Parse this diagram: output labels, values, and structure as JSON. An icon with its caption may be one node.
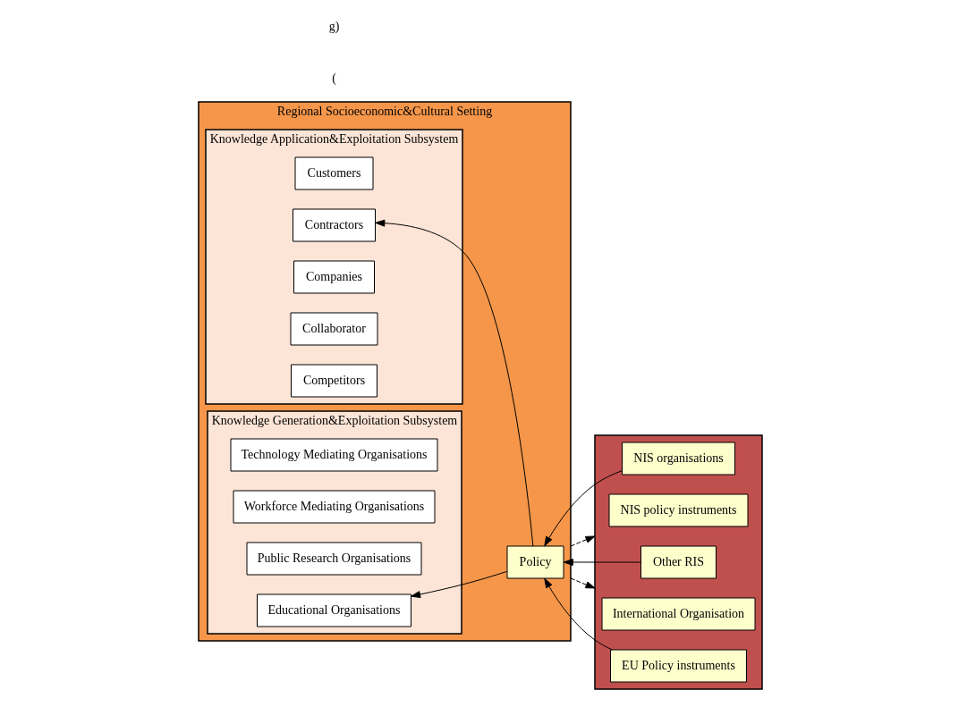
{
  "diagram": {
    "nodes": [
      {
        "text": [
          "Regional Socioeconomic&Cultural Setting"
        ]
      },
      {
        "text": [
          "Knowledge Application&Exploitation Subsystem"
        ],
        "in": 0
      },
      {
        "text": [
          "Customers"
        ],
        "in": 1
      },
      {
        "text": [
          "Contractors"
        ],
        "in": 1
      },
      {
        "text": [
          "Companies"
        ],
        "in": 1
      },
      {
        "text": [
          "Collaborator"
        ],
        "in": 1
      },
      {
        "text": [
          "Competitors"
        ],
        "in": 1
      },
      {
        "text": [
          "Knowledge Generation&Exploitation Subsystem"
        ],
        "in": 0
      },
      {
        "text": [
          "Technology Mediating Organisations"
        ],
        "in": 7
      },
      {
        "text": [
          "Workforce Mediating Organisations"
        ],
        "in": 7
      },
      {
        "text": [
          "Public Research Organisations"
        ],
        "in": 7
      },
      {
        "text": [
          "Educational Organisations"
        ],
        "in": 7
      },
      {
        "text": [
          "Policy"
        ],
        "in": 0
      },
      {
        "text": [],
        "shape": "box"
      },
      {
        "text": [
          "NIS organisations"
        ],
        "in": 13
      },
      {
        "text": [
          "NIS policy instruments"
        ],
        "in": 13
      },
      {
        "text": [
          "Other RIS"
        ],
        "in": 13
      },
      {
        "text": [
          "International Organisation"
        ],
        "in": 13
      },
      {
        "text": [
          "EU Policy instruments"
        ],
        "in": 13
      }
    ],
    "edges": [
      {
        "from": 13,
        "to": 0,
        "arrow": "to"
      },
      {
        "from": 0,
        "to": 13,
        "arrow": "to",
        "style": "dashed"
      },
      {
        "from": 13,
        "to": 0,
        "arrow": "to"
      },
      {
        "from": 0,
        "to": 13,
        "arrow": "to",
        "style": "dashed"
      },
      {
        "from": 13,
        "to": 0,
        "arrow": "to"
      },
      {
        "from": 12,
        "to": 3,
        "arrow": "to"
      },
      {
        "from": 12,
        "to": 11,
        "arrow": "to"
      }
    ],
    "labels": [
      "(",
      "g)"
    ]
  }
}
